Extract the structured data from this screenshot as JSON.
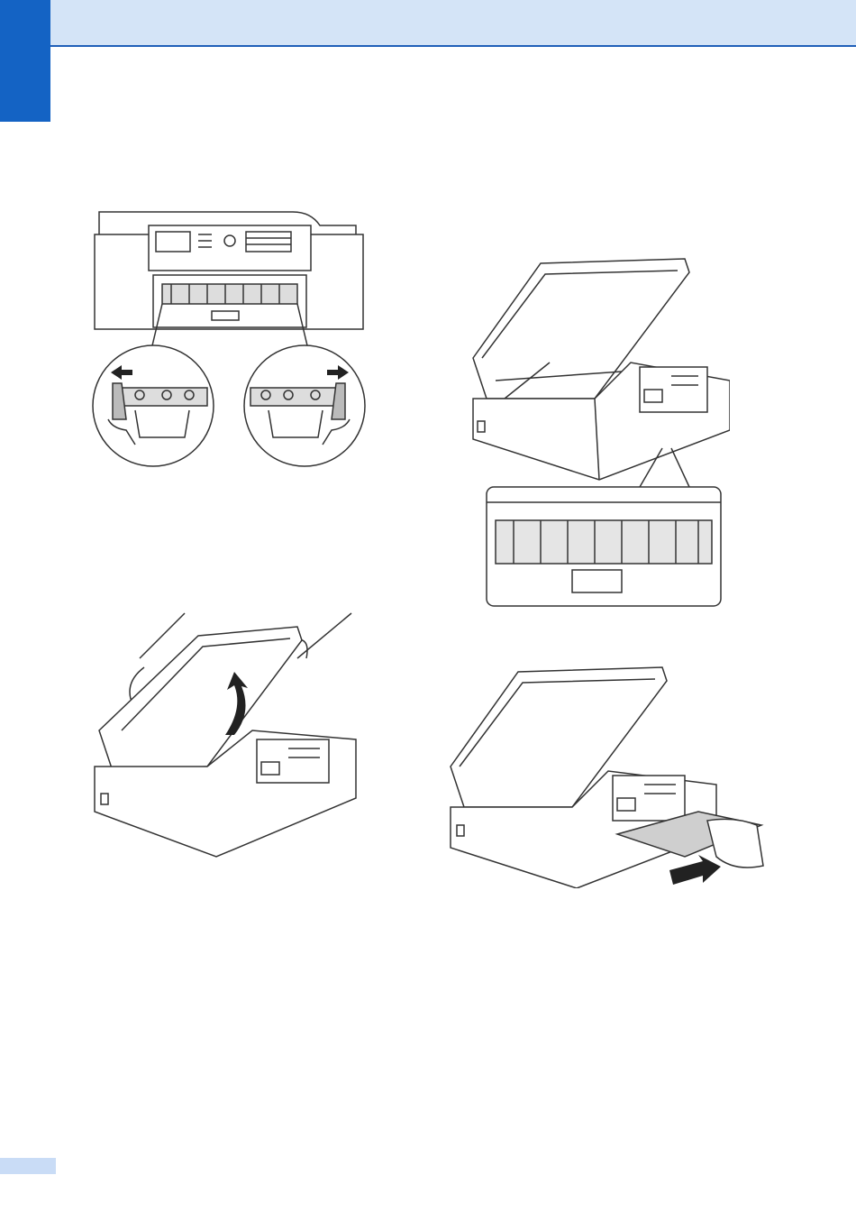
{
  "page": {
    "colors": {
      "header_band": "#d4e4f7",
      "header_rule": "#1f5fb8",
      "chapter_tab": "#1463c4",
      "footer_tab": "#c9dcf6"
    }
  },
  "figures": [
    {
      "id": "fig-1",
      "icon": "printer-front-detail-icon"
    },
    {
      "id": "fig-2",
      "icon": "printer-open-inside-icon"
    },
    {
      "id": "fig-3",
      "icon": "printer-lift-cover-icon"
    },
    {
      "id": "fig-4",
      "icon": "printer-remove-paper-icon"
    }
  ]
}
